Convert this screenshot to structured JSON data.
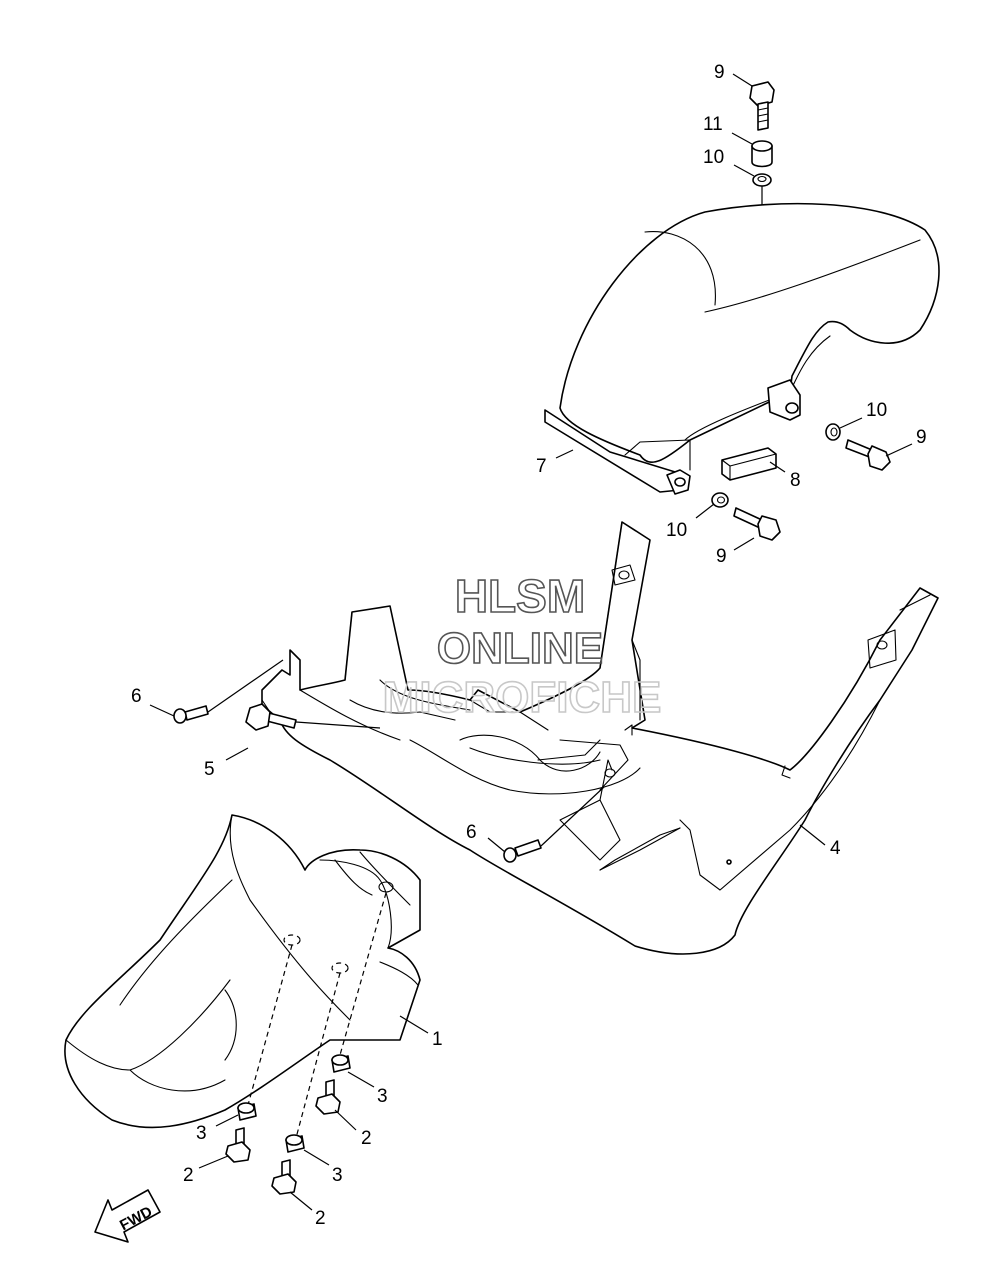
{
  "watermark": {
    "line1": "HLSM",
    "line2": "ONLINE",
    "line3": "MICROFICHE",
    "color_dark": "#555555",
    "color_light": "#c8c8c8"
  },
  "direction_arrow": {
    "label": "FWD",
    "icon": "fwd-arrow-icon"
  },
  "callouts": [
    {
      "id": "c9-top",
      "label": "9"
    },
    {
      "id": "c11",
      "label": "11"
    },
    {
      "id": "c10-top",
      "label": "10"
    },
    {
      "id": "c10-right",
      "label": "10"
    },
    {
      "id": "c9-right",
      "label": "9"
    },
    {
      "id": "c7",
      "label": "7"
    },
    {
      "id": "c8",
      "label": "8"
    },
    {
      "id": "c10-bottom",
      "label": "10"
    },
    {
      "id": "c9-bottom",
      "label": "9"
    },
    {
      "id": "c6-left",
      "label": "6"
    },
    {
      "id": "c5",
      "label": "5"
    },
    {
      "id": "c6-mid",
      "label": "6"
    },
    {
      "id": "c4",
      "label": "4"
    },
    {
      "id": "c1",
      "label": "1"
    },
    {
      "id": "c3-right",
      "label": "3"
    },
    {
      "id": "c2-right",
      "label": "2"
    },
    {
      "id": "c3-left",
      "label": "3"
    },
    {
      "id": "c2-left",
      "label": "2"
    },
    {
      "id": "c3-mid",
      "label": "3"
    },
    {
      "id": "c2-bottom",
      "label": "2"
    }
  ]
}
